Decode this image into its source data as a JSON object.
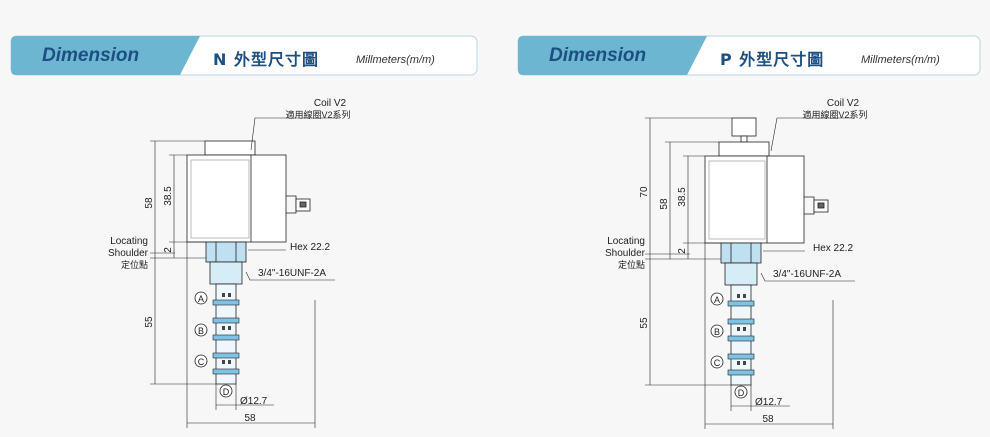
{
  "left": {
    "header": {
      "section": "Dimension",
      "type_title": "N 外型尺寸圖",
      "units": "Millmeters(m/m)"
    },
    "coil_label": "Coil V2",
    "coil_label_cn": "適用線圈V2系列",
    "locating_label": [
      "Locating",
      "Shoulder",
      "定位點"
    ],
    "hex_label": "Hex 22.2",
    "thread_label": "3/4\"-16UNF-2A",
    "dims": {
      "d58": "58",
      "d38": "38.5",
      "d2": "2",
      "d55": "55",
      "dia": "Ø12.7",
      "width": "58"
    },
    "ports": [
      "A",
      "B",
      "C",
      "D"
    ]
  },
  "right": {
    "header": {
      "section": "Dimension",
      "type_title": "P 外型尺寸圖",
      "units": "Millmeters(m/m)"
    },
    "coil_label": "Coil V2",
    "coil_label_cn": "適用線圈V2系列",
    "locating_label": [
      "Locating",
      "Shoulder",
      "定位點"
    ],
    "hex_label": "Hex 22.2",
    "thread_label": "3/4\"-16UNF-2A",
    "dims": {
      "d70": "70",
      "d58": "58",
      "d38": "38.5",
      "d2": "2",
      "d55": "55",
      "dia": "Ø12.7",
      "width": "58"
    },
    "ports": [
      "A",
      "B",
      "C",
      "D"
    ]
  },
  "colors": {
    "tab_blue": "#6cb6d2",
    "tab_text": "#1d4f80",
    "valve_blue": "#7fc3e4"
  }
}
